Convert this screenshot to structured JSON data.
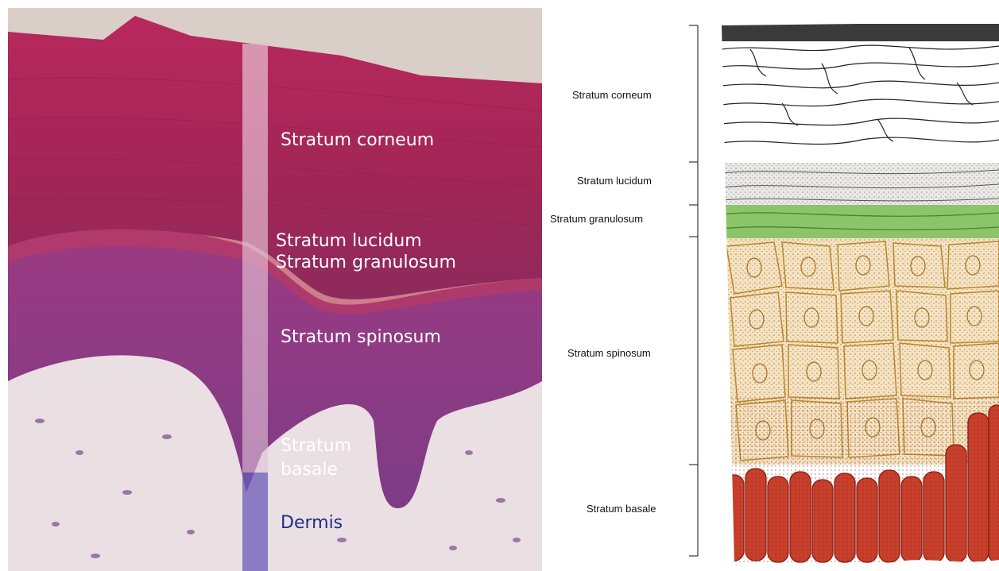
{
  "micrograph": {
    "labels": {
      "corneum": "Stratum corneum",
      "lucidum": "Stratum lucidum",
      "granulosum": "Stratum granulosum",
      "spinosum": "Stratum spinosum",
      "basale_line1": "Stratum",
      "basale_line2": "basale",
      "dermis": "Dermis"
    },
    "colors": {
      "corneum": "#a8265a",
      "epidermis": "#8a3a86",
      "dermis": "#e9dde0",
      "dermis_label": "#1c2c8c"
    }
  },
  "drawing": {
    "labels": {
      "corneum": "Stratum corneum",
      "lucidum": "Stratum lucidum",
      "granulosum": "Stratum granulosum",
      "spinosum": "Stratum spinosum",
      "basale": "Stratum basale"
    },
    "colors": {
      "granulosum": "#4d9a2e",
      "spinosum_cells": "#b8862a",
      "basale_cells": "#a4281a"
    }
  }
}
